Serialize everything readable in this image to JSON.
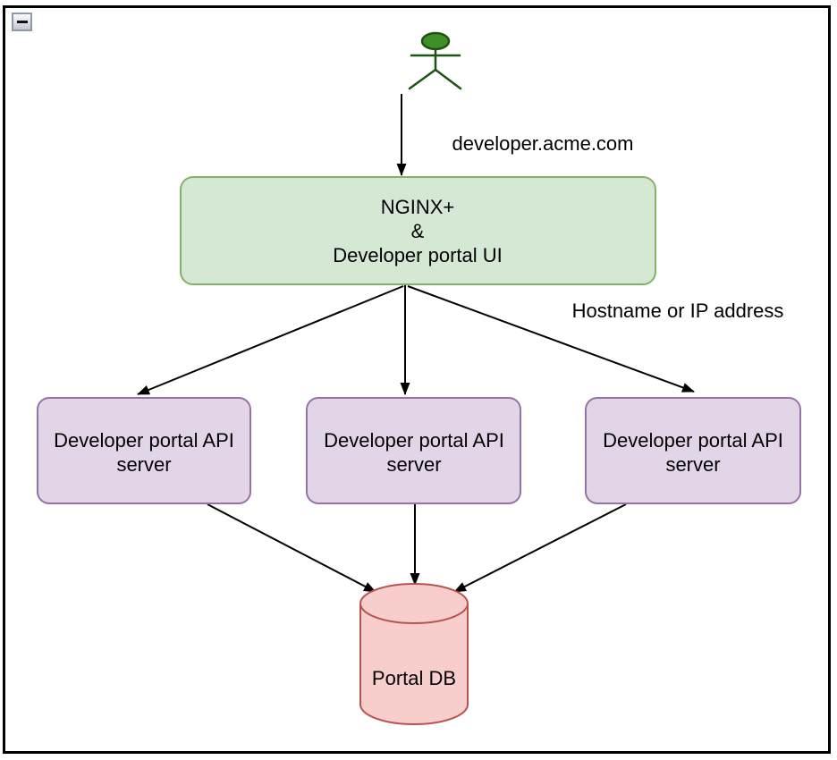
{
  "window": {
    "collapse_icon": "minus-icon"
  },
  "diagram": {
    "edge_labels": {
      "request_host": "developer.acme.com",
      "routing": "Hostname or IP address"
    },
    "gateway": {
      "line1": "NGINX+",
      "line2": "&",
      "line3": "Developer portal UI",
      "fill": "#d5e8d4",
      "stroke": "#82b366"
    },
    "api_servers": [
      {
        "line1": "Developer portal API",
        "line2": "server"
      },
      {
        "line1": "Developer portal API",
        "line2": "server"
      },
      {
        "line1": "Developer portal API",
        "line2": "server"
      }
    ],
    "api_server_style": {
      "fill": "#e1d5e7",
      "stroke": "#9673a6"
    },
    "database": {
      "label": "Portal DB",
      "fill": "#f8cecc",
      "stroke": "#b85450"
    },
    "actor": {
      "fill": "#3f8f28",
      "stroke": "#1f5314"
    },
    "arrow_color": "#000000"
  }
}
